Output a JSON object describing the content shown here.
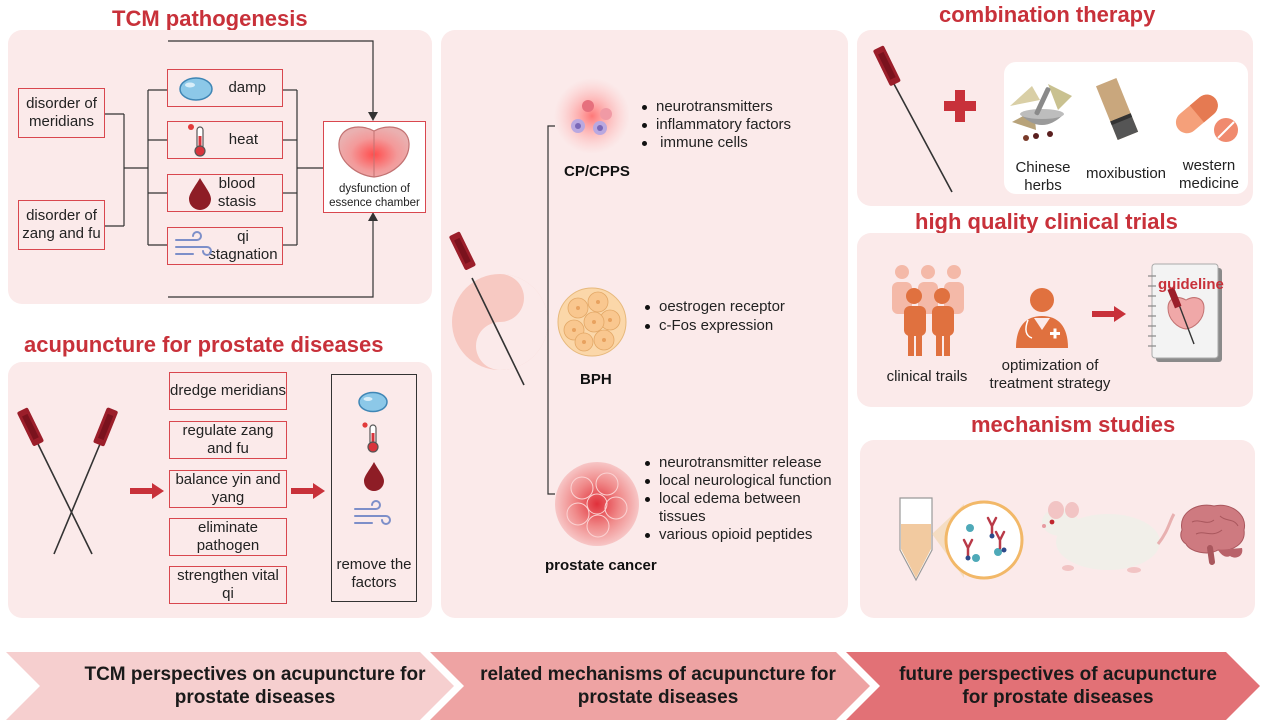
{
  "pathogenesis": {
    "title": "TCM pathogenesis",
    "causes": [
      "disorder of meridians",
      "disorder of zang and fu"
    ],
    "factors": [
      {
        "label": "damp",
        "icon": "droplet-blue-icon"
      },
      {
        "label": "heat",
        "icon": "thermometer-icon"
      },
      {
        "label": "blood stasis",
        "icon": "blood-drop-icon"
      },
      {
        "label": "qi stagnation",
        "icon": "wind-icon"
      }
    ],
    "result": "dysfunction of essence chamber"
  },
  "acupuncture": {
    "title": "acupuncture for prostate diseases",
    "actions": [
      "dredge meridians",
      "regulate zang and fu",
      "balance yin and yang",
      "eliminate pathogen",
      "strengthen vital qi"
    ],
    "result": "remove the factors"
  },
  "mechanisms": {
    "diseases": [
      {
        "name": "CP/CPPS",
        "points": [
          "neurotransmitters",
          "inflammatory factors",
          " immune cells"
        ]
      },
      {
        "name": "BPH",
        "points": [
          "oestrogen receptor",
          "c-Fos expression"
        ]
      },
      {
        "name": "prostate cancer",
        "points": [
          "neurotransmitter release",
          "local neurological function",
          "local edema between tissues",
          "various opioid peptides"
        ]
      }
    ]
  },
  "combination": {
    "title": "combination therapy",
    "items": [
      "Chinese herbs",
      "moxibustion",
      "western medicine"
    ]
  },
  "trials": {
    "title": "high quality clinical trials",
    "items": [
      "clinical trails",
      "optimization of treatment strategy"
    ],
    "book_label": "guideline"
  },
  "mechanism_studies": {
    "title": "mechanism studies"
  },
  "footer": {
    "stages": [
      "TCM perspectives on acupuncture for prostate diseases",
      "related mechanisms of acupuncture for prostate diseases",
      "future perspectives of acupuncture for prostate diseases"
    ]
  },
  "colors": {
    "accent": "#c8313a",
    "panel": "#fbeaea",
    "box_border": "#d9474e"
  }
}
